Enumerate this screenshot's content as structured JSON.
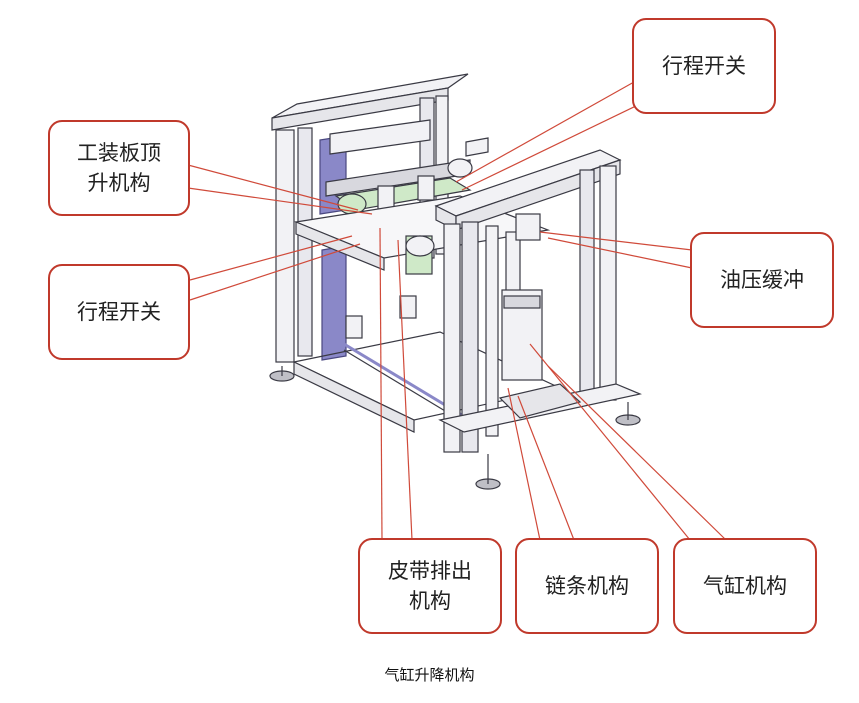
{
  "caption": "气缸升降机构",
  "callouts": {
    "tooling_lift": [
      "工装板顶",
      "升机构"
    ],
    "travel_switch_top": [
      "行程开关"
    ],
    "travel_switch_left": [
      "行程开关"
    ],
    "hydraulic_buffer": [
      "油压缓冲"
    ],
    "belt_discharge": [
      "皮带排出",
      "机构"
    ],
    "chain": [
      "链条机构"
    ],
    "cylinder": [
      "气缸机构"
    ]
  },
  "colors": {
    "leader": "#d04a3a",
    "callout_border": "#c0392b",
    "frame": "#3a3a44",
    "frame_fill": "#f2f2f5",
    "panel": "#8a88c8",
    "belt": "#cfe9c8"
  }
}
